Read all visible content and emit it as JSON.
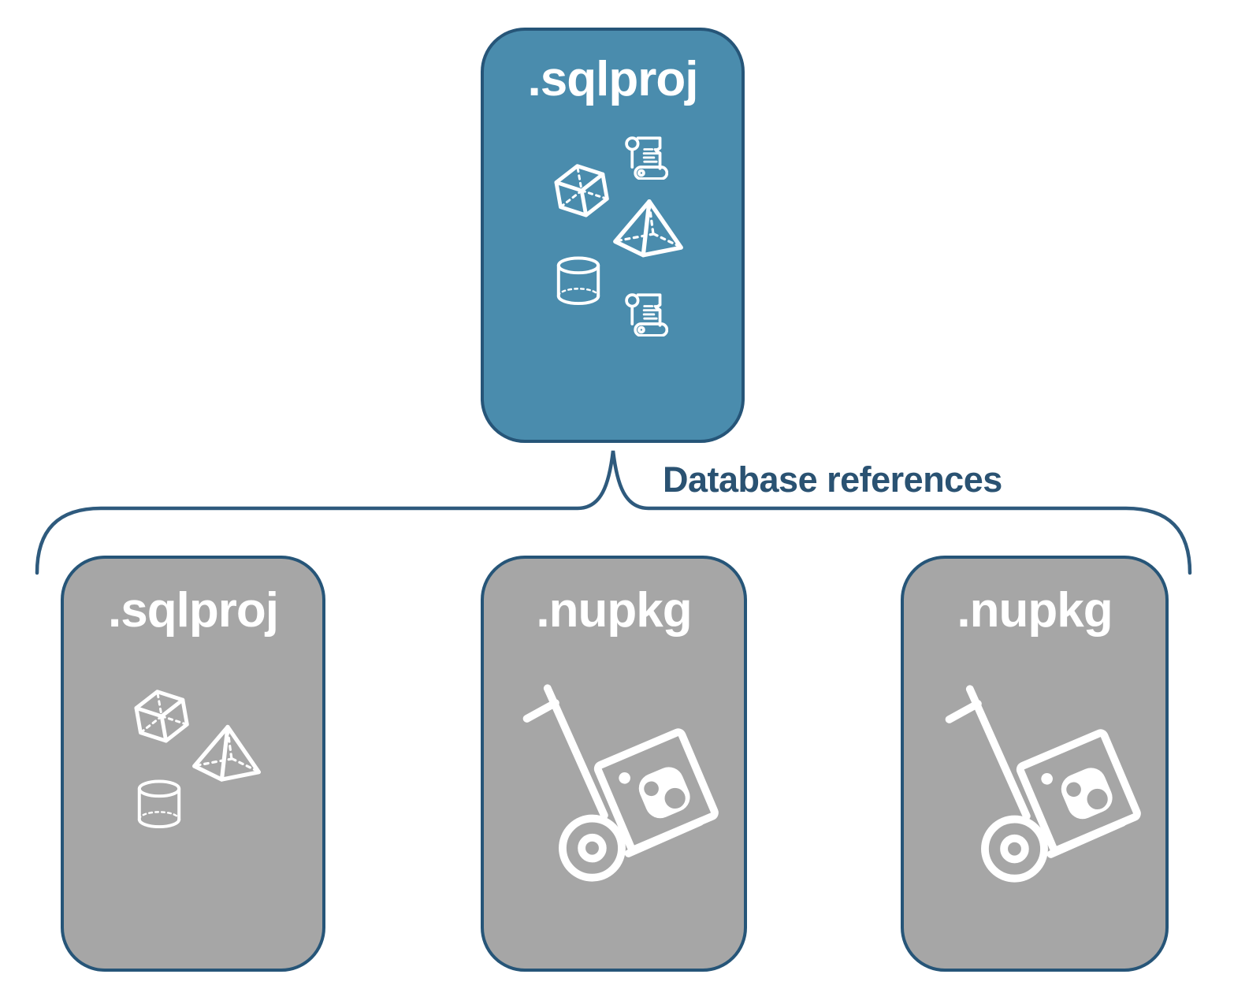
{
  "diagram": {
    "root": {
      "label": ".sqlproj",
      "type": "sql-project",
      "icons": [
        "scroll-icon",
        "cube-icon",
        "pyramid-icon",
        "cylinder-icon",
        "scroll-icon"
      ]
    },
    "connector_label": "Database references",
    "children": [
      {
        "label": ".sqlproj",
        "type": "sql-project",
        "icons": [
          "cube-icon",
          "pyramid-icon",
          "cylinder-icon"
        ]
      },
      {
        "label": ".nupkg",
        "type": "nuget-package",
        "icons": [
          "package-dolly-icon"
        ]
      },
      {
        "label": ".nupkg",
        "type": "nuget-package",
        "icons": [
          "package-dolly-icon"
        ]
      }
    ],
    "colors": {
      "root_fill": "#4A8CAD",
      "child_fill": "#A6A6A6",
      "card_border": "#265578",
      "connector": "#2E5A7D",
      "connector_label_color": "#2A5272",
      "card_label_color": "#FFFFFF"
    }
  }
}
